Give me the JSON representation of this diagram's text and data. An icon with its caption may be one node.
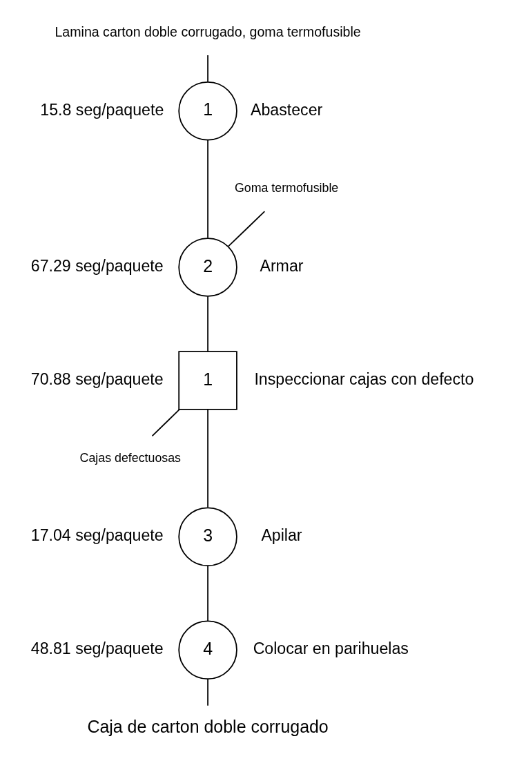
{
  "diagram": {
    "nodes": [
      {
        "text": [
          "Lamina carton doble corrugado, goma termofusible"
        ]
      },
      {
        "text": [
          "1"
        ],
        "beside": [
          "15.8 seg/paquete",
          "Abastecer"
        ]
      },
      {
        "text": [
          "Goma termofusible"
        ]
      },
      {
        "text": [
          "2"
        ],
        "beside": [
          "67.29 seg/paquete",
          "Armar"
        ]
      },
      {
        "text": [
          "1"
        ],
        "beside": [
          "70.88 seg/paquete",
          "Inspeccionar cajas con defecto"
        ]
      },
      {
        "text": [
          "Cajas defectuosas"
        ]
      },
      {
        "text": [
          "3"
        ],
        "beside": [
          "17.04 seg/paquete",
          "Apilar"
        ]
      },
      {
        "text": [
          "4"
        ],
        "beside": [
          "48.81 seg/paquete",
          "Colocar en parihuelas"
        ]
      },
      {
        "text": [
          "Caja de carton doble corrugado"
        ]
      }
    ],
    "edges": [
      {
        "from": 0,
        "to": 1,
        "arrow": "none"
      },
      {
        "from": 1,
        "to": 3,
        "arrow": "none"
      },
      {
        "from": 2,
        "to": 3,
        "arrow": "none"
      },
      {
        "from": 3,
        "to": 4,
        "arrow": "none"
      },
      {
        "from": 4,
        "to": 5,
        "arrow": "none"
      },
      {
        "from": 4,
        "to": 6,
        "arrow": "none"
      },
      {
        "from": 6,
        "to": 7,
        "arrow": "none"
      },
      {
        "from": 7,
        "to": 8,
        "arrow": "none"
      }
    ]
  }
}
